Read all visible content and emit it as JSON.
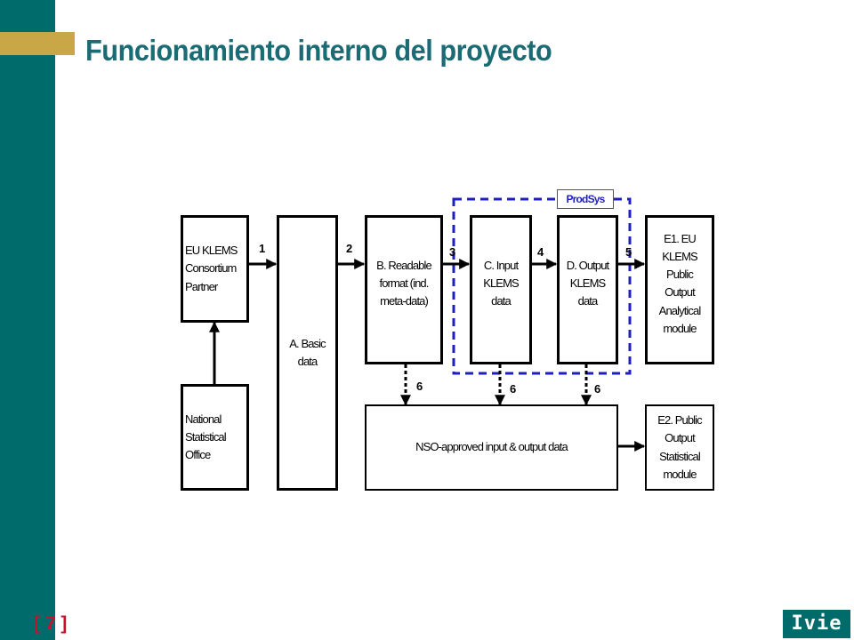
{
  "slide": {
    "title": "Funcionamiento interno del proyecto",
    "page_number": "[ 7 ]",
    "logo_text": "Ivie"
  },
  "diagram": {
    "prodsys_label": "ProdSys",
    "boxes": {
      "euklems": [
        "EU KLEMS",
        "Consortium",
        "Partner"
      ],
      "nso": [
        "National",
        "Statistical",
        "Office"
      ],
      "basic": [
        "A. Basic",
        "data"
      ],
      "readable": [
        "B. Readable",
        "format (ind.",
        "meta-data)"
      ],
      "input": [
        "C. Input",
        "KLEMS",
        "data"
      ],
      "output": [
        "D. Output",
        "KLEMS",
        "data"
      ],
      "e1": [
        "E1. EU",
        "KLEMS",
        "Public",
        "Output",
        "Analytical",
        "module"
      ],
      "nso_approved": [
        "NSO-approved input & output data"
      ],
      "e2": [
        "E2. Public",
        "Output",
        "Statistical",
        "module"
      ]
    },
    "step_labels": {
      "s1": "1",
      "s2": "2",
      "s3": "3",
      "s4": "4",
      "s5": "5",
      "s6a": "6",
      "s6b": "6",
      "s6c": "6"
    },
    "colors": {
      "sidebar": "#006b6b",
      "accent_gold": "#c9a646",
      "title": "#1a6b73",
      "page_number": "#c8102e",
      "prodsys_dash": "#1f1fbf"
    }
  }
}
